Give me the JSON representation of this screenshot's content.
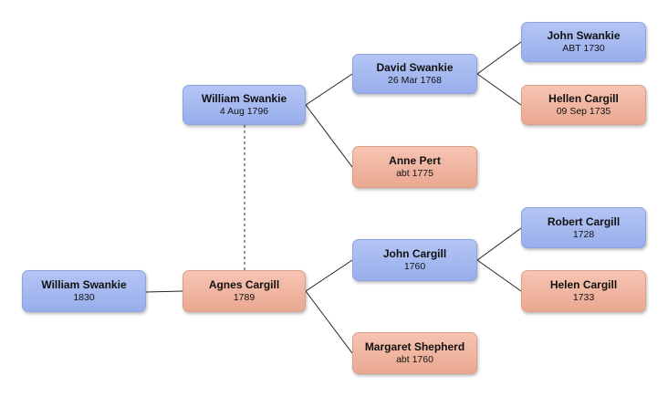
{
  "colors": {
    "male_fill": "#a7bbf1",
    "female_fill": "#f2b6a0",
    "connector": "#222222",
    "spouse_link": "#555555"
  },
  "people": [
    {
      "id": "p1",
      "name": "William Swankie",
      "date": "1830",
      "sex": "male"
    },
    {
      "id": "p2",
      "name": "William Swankie",
      "date": "4 Aug 1796",
      "sex": "male"
    },
    {
      "id": "p3",
      "name": "Agnes Cargill",
      "date": "1789",
      "sex": "female"
    },
    {
      "id": "p4",
      "name": "David Swankie",
      "date": "26 Mar 1768",
      "sex": "male"
    },
    {
      "id": "p5",
      "name": "Anne Pert",
      "date": "abt 1775",
      "sex": "female"
    },
    {
      "id": "p6",
      "name": "John Cargill",
      "date": "1760",
      "sex": "male"
    },
    {
      "id": "p7",
      "name": "Margaret Shepherd",
      "date": "abt 1760",
      "sex": "female"
    },
    {
      "id": "p8",
      "name": "John Swankie",
      "date": "ABT 1730",
      "sex": "male"
    },
    {
      "id": "p9",
      "name": "Hellen Cargill",
      "date": "09 Sep 1735",
      "sex": "female"
    },
    {
      "id": "p10",
      "name": "Robert Cargill",
      "date": "1728",
      "sex": "male"
    },
    {
      "id": "p11",
      "name": "Helen Cargill",
      "date": "1733",
      "sex": "female"
    }
  ],
  "relations": {
    "parents": [
      {
        "child": "p1",
        "father": null,
        "mother": "p3"
      },
      {
        "child": "p2",
        "father": "p4",
        "mother": "p5"
      },
      {
        "child": "p3",
        "father": "p6",
        "mother": "p7"
      },
      {
        "child": "p4",
        "father": "p8",
        "mother": "p9"
      },
      {
        "child": "p6",
        "father": "p10",
        "mother": "p11"
      }
    ],
    "spouses": [
      {
        "a": "p2",
        "b": "p3",
        "style": "dashed"
      }
    ]
  }
}
